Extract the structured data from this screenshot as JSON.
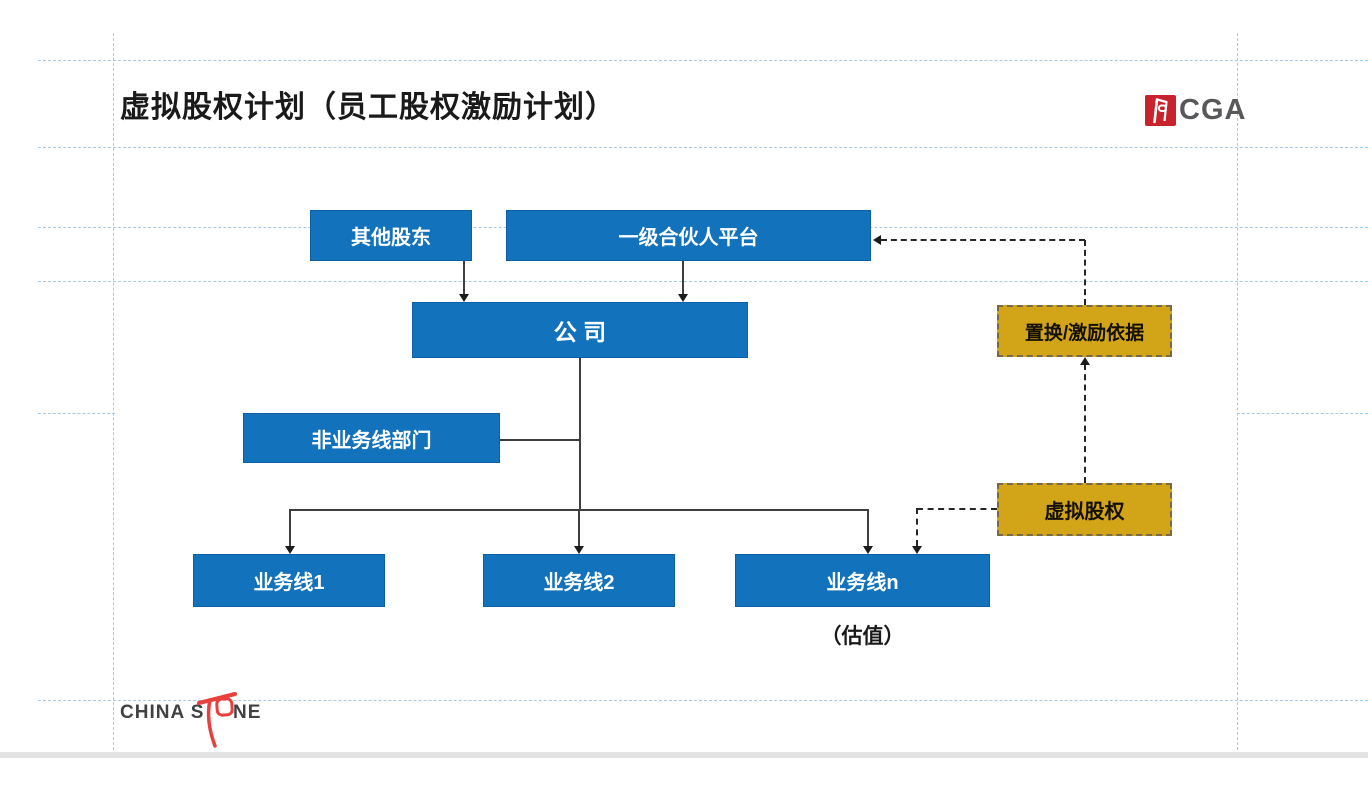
{
  "slide": {
    "title": "虚拟股权计划（员工股权激励计划）",
    "valuation_note": "（估值）"
  },
  "logos": {
    "cga": {
      "icon": "cga-red-door-icon",
      "text": "CGA"
    },
    "china_stone": {
      "text_left": "CHINA S",
      "text_right": "NE",
      "icon": "stone-calligraphy-icon"
    }
  },
  "diagram": {
    "nodes": [
      {
        "id": "other-shareholders",
        "label": "其他股东",
        "type": "blue"
      },
      {
        "id": "partner-platform",
        "label": "一级合伙人平台",
        "type": "blue"
      },
      {
        "id": "company",
        "label": "公 司",
        "type": "blue"
      },
      {
        "id": "non-business-dept",
        "label": "非业务线部门",
        "type": "blue"
      },
      {
        "id": "business-line-1",
        "label": "业务线1",
        "type": "blue"
      },
      {
        "id": "business-line-2",
        "label": "业务线2",
        "type": "blue"
      },
      {
        "id": "business-line-n",
        "label": "业务线n",
        "type": "blue"
      },
      {
        "id": "exchange-incentive-basis",
        "label": "置换/激励依据",
        "type": "gold"
      },
      {
        "id": "virtual-equity",
        "label": "虚拟股权",
        "type": "gold"
      }
    ],
    "edges": [
      {
        "from": "other-shareholders",
        "to": "company",
        "style": "solid-arrow"
      },
      {
        "from": "partner-platform",
        "to": "company",
        "style": "solid-arrow"
      },
      {
        "from": "company",
        "to": "non-business-dept",
        "style": "solid-line"
      },
      {
        "from": "company",
        "to": "business-line-1",
        "style": "solid-arrow"
      },
      {
        "from": "company",
        "to": "business-line-2",
        "style": "solid-arrow"
      },
      {
        "from": "company",
        "to": "business-line-n",
        "style": "solid-arrow"
      },
      {
        "from": "virtual-equity",
        "to": "business-line-n",
        "style": "dashed-arrow"
      },
      {
        "from": "virtual-equity",
        "to": "exchange-incentive-basis",
        "style": "dashed-arrow"
      },
      {
        "from": "exchange-incentive-basis",
        "to": "partner-platform",
        "style": "dashed-arrow"
      }
    ]
  },
  "colors": {
    "node_blue": "#1272BC",
    "node_gold": "#D2A417",
    "guide_blue": "#A5CBEA",
    "connector_dark": "#3F3F3F",
    "cga_red": "#C8232C",
    "stone_red": "#E8403C",
    "logo_gray": "#57585A"
  }
}
